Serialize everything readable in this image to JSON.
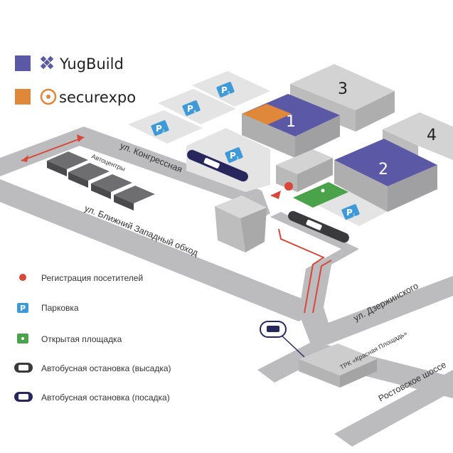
{
  "brands": [
    {
      "name": "YugBuild",
      "color": "#5b58a6"
    },
    {
      "name": "securexpo",
      "color": "#e0883a"
    }
  ],
  "halls": [
    {
      "num": "1",
      "color": "#5b58a6"
    },
    {
      "num": "2",
      "color": "#5b58a6"
    },
    {
      "num": "3",
      "color": "#cfcfd0"
    },
    {
      "num": "4",
      "color": "#cfcfd0"
    }
  ],
  "parking": [
    {
      "letter": "P",
      "sub": "1"
    },
    {
      "letter": "P",
      "sub": "2"
    },
    {
      "letter": "P",
      "sub": "3"
    },
    {
      "letter": "P",
      "sub": "4"
    },
    {
      "letter": "P",
      "sub": "5"
    }
  ],
  "roads": {
    "kongressnaya": "ул. Конгрессная",
    "blizhny": "ул. Ближний Западный обход",
    "dzerzhinskogo": "ул. Дзержинского",
    "rostovskoe": "Ростовское шоссе"
  },
  "places": {
    "autocenters": "Автоцентры",
    "trk": "ТРК «Красная Площадь»"
  },
  "legend": [
    {
      "icon": "registration-dot",
      "label": "Регистрация посетителей"
    },
    {
      "icon": "parking-p",
      "label": "Парковка"
    },
    {
      "icon": "open-area",
      "label": "Открытая площадка"
    },
    {
      "icon": "bus-dropoff",
      "label": "Автобусная остановка (высадка)"
    },
    {
      "icon": "bus-boarding",
      "label": "Автобусная остановка (посадка)"
    }
  ],
  "colors": {
    "road": "#b9b9bb",
    "building": "#cdcdce",
    "lot": "#e3e3e4",
    "hall_purple": "#5b58a6",
    "orange": "#e0883a",
    "route": "#d9463a",
    "parking_blue": "#3d9ad6",
    "open_green": "#4aa24a",
    "bus_navy": "#27275e"
  }
}
